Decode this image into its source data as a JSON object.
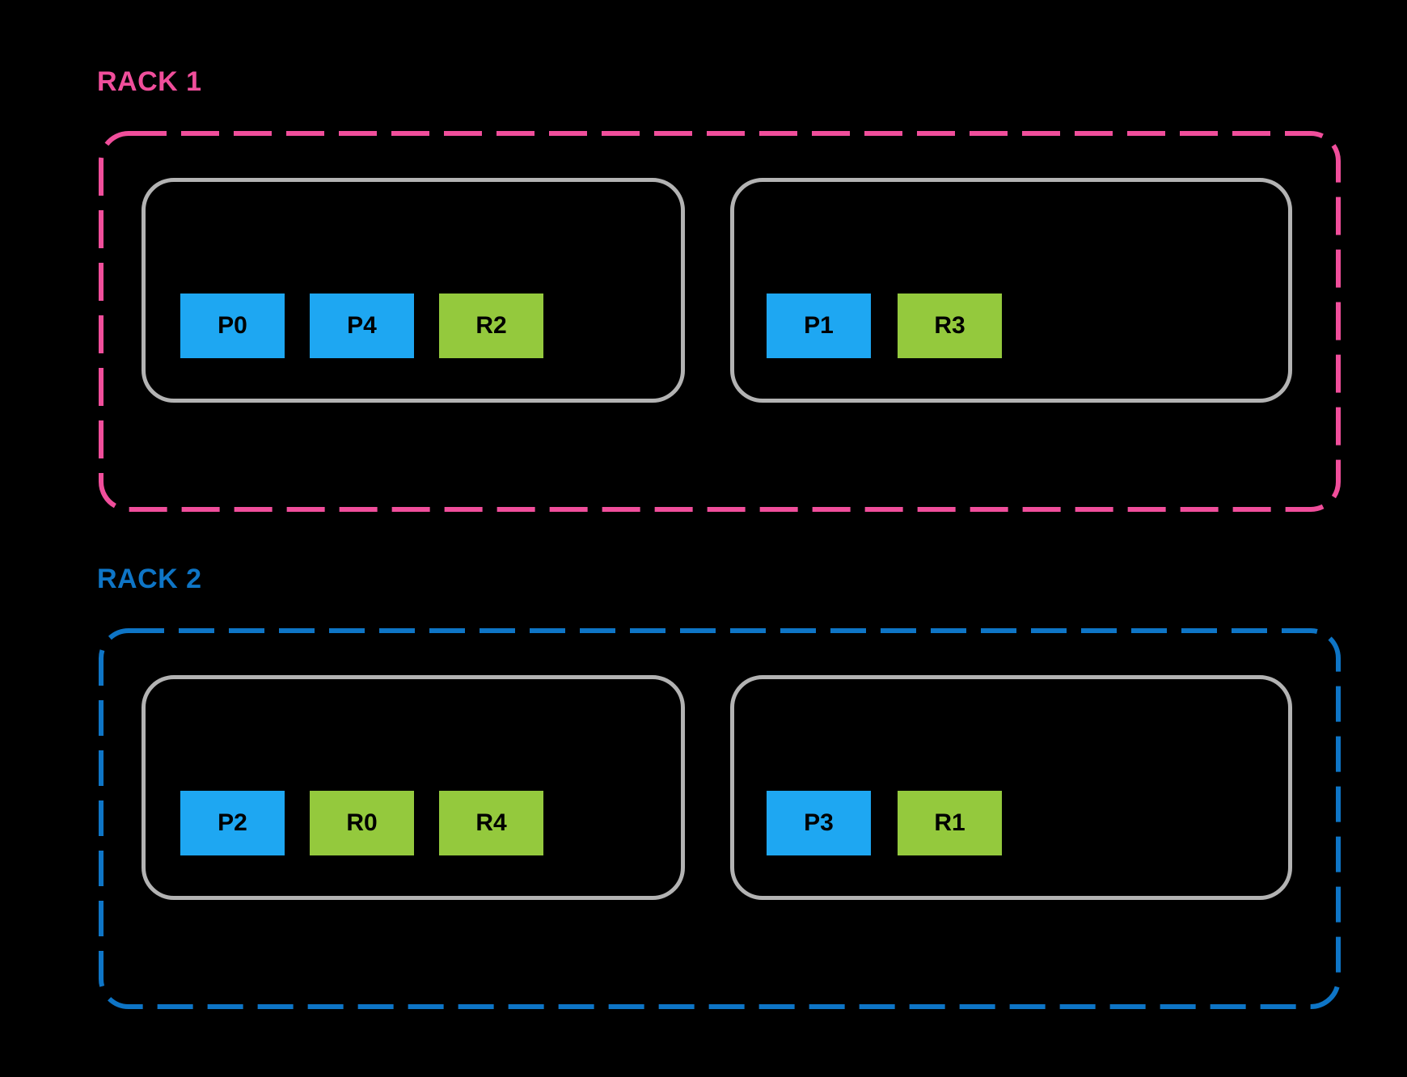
{
  "colors": {
    "background": "#000000",
    "rack1-accent": "#F04E9B",
    "rack2-accent": "#0E75C6",
    "node-border": "#B3B3B3",
    "primary-fill": "#1EA7F2",
    "replica-fill": "#94C93D",
    "chip-text": "#000000"
  },
  "racks": [
    {
      "label": "RACK 1",
      "nodes": [
        {
          "chips": [
            {
              "label": "P0",
              "type": "primary"
            },
            {
              "label": "P4",
              "type": "primary"
            },
            {
              "label": "R2",
              "type": "replica"
            }
          ]
        },
        {
          "chips": [
            {
              "label": "P1",
              "type": "primary"
            },
            {
              "label": "R3",
              "type": "replica"
            }
          ]
        }
      ]
    },
    {
      "label": "RACK 2",
      "nodes": [
        {
          "chips": [
            {
              "label": "P2",
              "type": "primary"
            },
            {
              "label": "R0",
              "type": "replica"
            },
            {
              "label": "R4",
              "type": "replica"
            }
          ]
        },
        {
          "chips": [
            {
              "label": "P3",
              "type": "primary"
            },
            {
              "label": "R1",
              "type": "replica"
            }
          ]
        }
      ]
    }
  ]
}
